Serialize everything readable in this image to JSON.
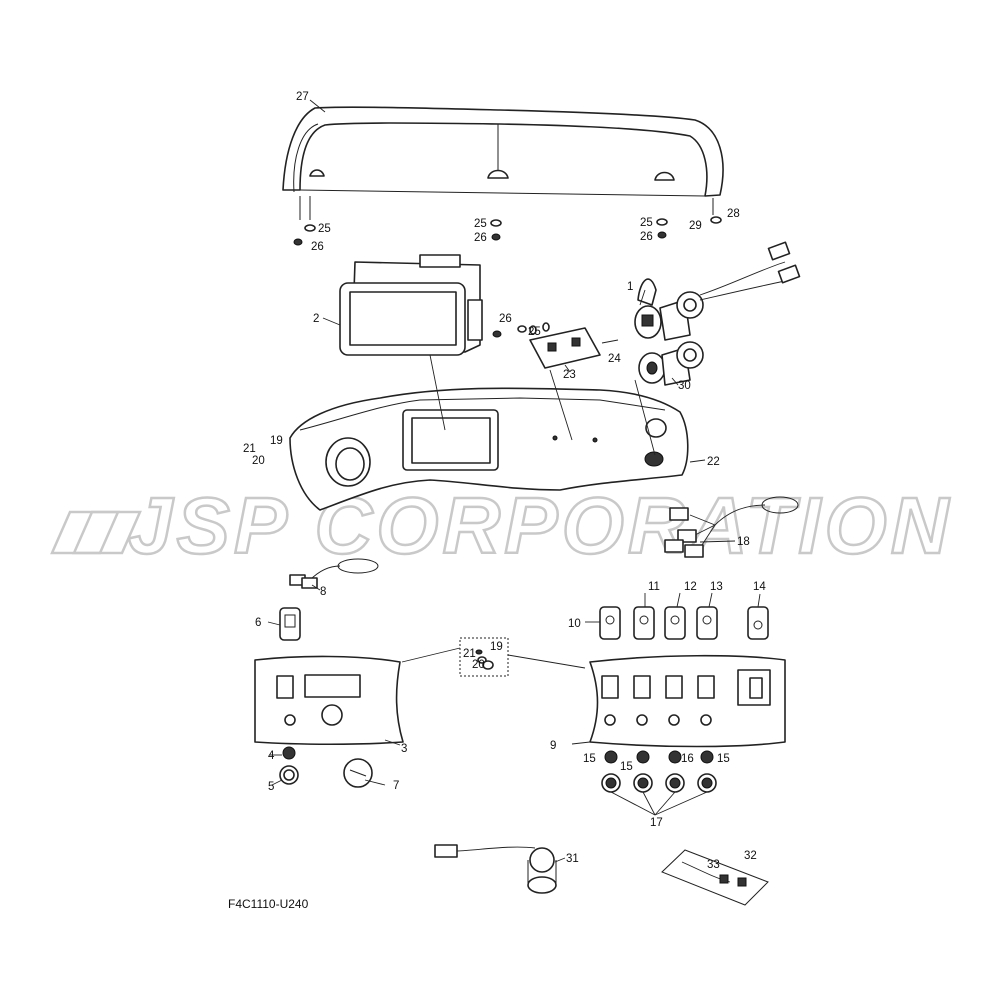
{
  "watermark": "JSP CORPORATION",
  "diagram_code": "F4C1110-U240",
  "callouts": {
    "c1": "1",
    "c2": "2",
    "c3": "3",
    "c4": "4",
    "c5": "5",
    "c6": "6",
    "c7": "7",
    "c8": "8",
    "c9": "9",
    "c10": "10",
    "c11": "11",
    "c12": "12",
    "c13": "13",
    "c14": "14",
    "c15a": "15",
    "c15b": "15",
    "c15c": "15",
    "c16": "16",
    "c17": "17",
    "c18": "18",
    "c19a": "19",
    "c19b": "19",
    "c20a": "20",
    "c20b": "20",
    "c21a": "21",
    "c21b": "21",
    "c22": "22",
    "c23": "23",
    "c24": "24",
    "c25a": "25",
    "c25b": "25",
    "c25c": "25",
    "c25d": "25",
    "c26a": "26",
    "c26b": "26",
    "c26c": "26",
    "c26d": "26",
    "c27": "27",
    "c28": "28",
    "c29": "29",
    "c30": "30",
    "c31": "31",
    "c32": "32",
    "c33": "33"
  }
}
